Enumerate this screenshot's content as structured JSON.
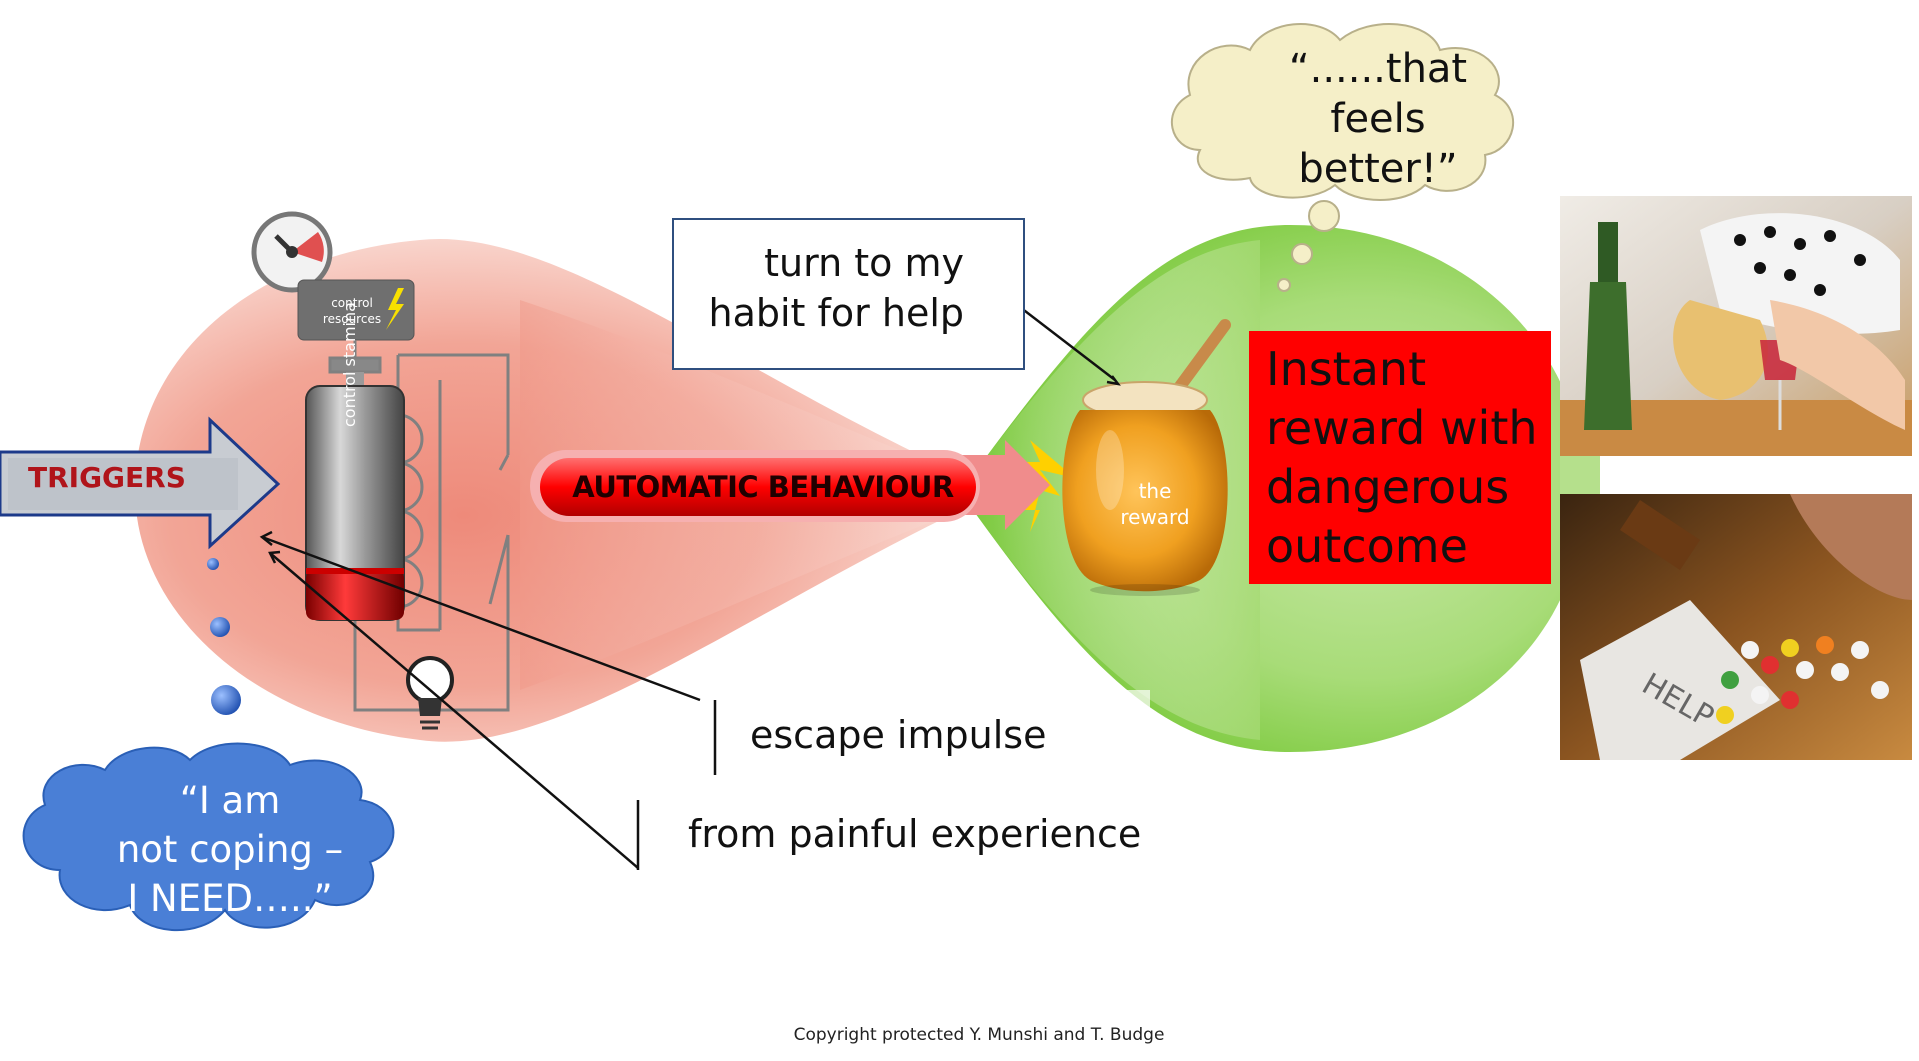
{
  "triggers_label": "TRIGGERS",
  "automatic_behaviour_label": "AUTOMATIC BEHAVIOUR",
  "control_resources_line1": "control",
  "control_resources_line2": "resources",
  "control_stamina_label": "control stamina",
  "habit_callout": {
    "line1": "turn to my",
    "line2": "habit for help"
  },
  "reward_label": {
    "line1": "the",
    "line2": "reward"
  },
  "reward_box": {
    "line1": "Instant",
    "line2": "reward with",
    "line3": "dangerous",
    "line4": "outcome"
  },
  "thought_bubble": {
    "line1": "“......that feels",
    "line2": "better!”"
  },
  "escape_label": "escape impulse",
  "pain_label": "from painful experience",
  "coping_cloud": {
    "line1": "“I am",
    "line2": "not coping –",
    "line3": "I NEED…..”"
  },
  "photo_top_icon": "person-with-wine-bottle-icon",
  "photo_bottom_icon": "spilled-pills-help-note-icon",
  "copyright": "Copyright protected Y. Munshi and T. Budge",
  "colors": {
    "left_lobe": "#f0a090",
    "right_lobe": "#9ed86a",
    "reward_box": "#ff0000",
    "cloud_blue": "#4a7fd6",
    "thought_cloud": "#f5efc8"
  }
}
